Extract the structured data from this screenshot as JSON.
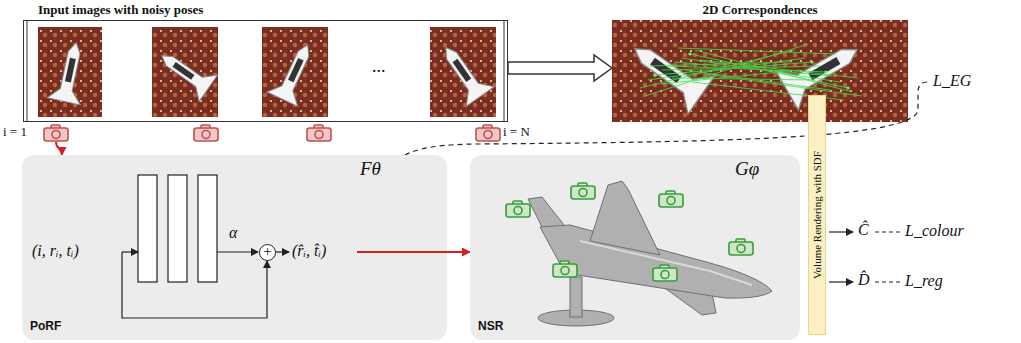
{
  "diagram": {
    "nodes": [
      {
        "text": [
          "Input images with noisy poses"
        ]
      },
      {
        "text": [
          "2D Correspondences"
        ]
      },
      {
        "text": [
          "Fθ",
          "PoRF"
        ]
      },
      {
        "text": [
          "+"
        ],
        "in": 2
      },
      {
        "text": [
          "Gφ",
          "NSR"
        ]
      },
      {
        "text": [
          "Volume Rendering with SDF"
        ]
      }
    ],
    "edges": [
      {
        "from": 0,
        "to": 1,
        "arrow": "to"
      },
      {
        "from": 0,
        "to": 2,
        "arrow": "to"
      },
      {
        "from": 2,
        "to": 4,
        "arrow": "to"
      }
    ],
    "labels": [
      "i = 1",
      "...",
      "i = N",
      "L_EG",
      "(i, rᵢ, tᵢ)",
      "α",
      "(r̂ᵢ, t̂ᵢ)",
      "Ĉ",
      "L_colour",
      "D̂",
      "L_reg"
    ]
  }
}
